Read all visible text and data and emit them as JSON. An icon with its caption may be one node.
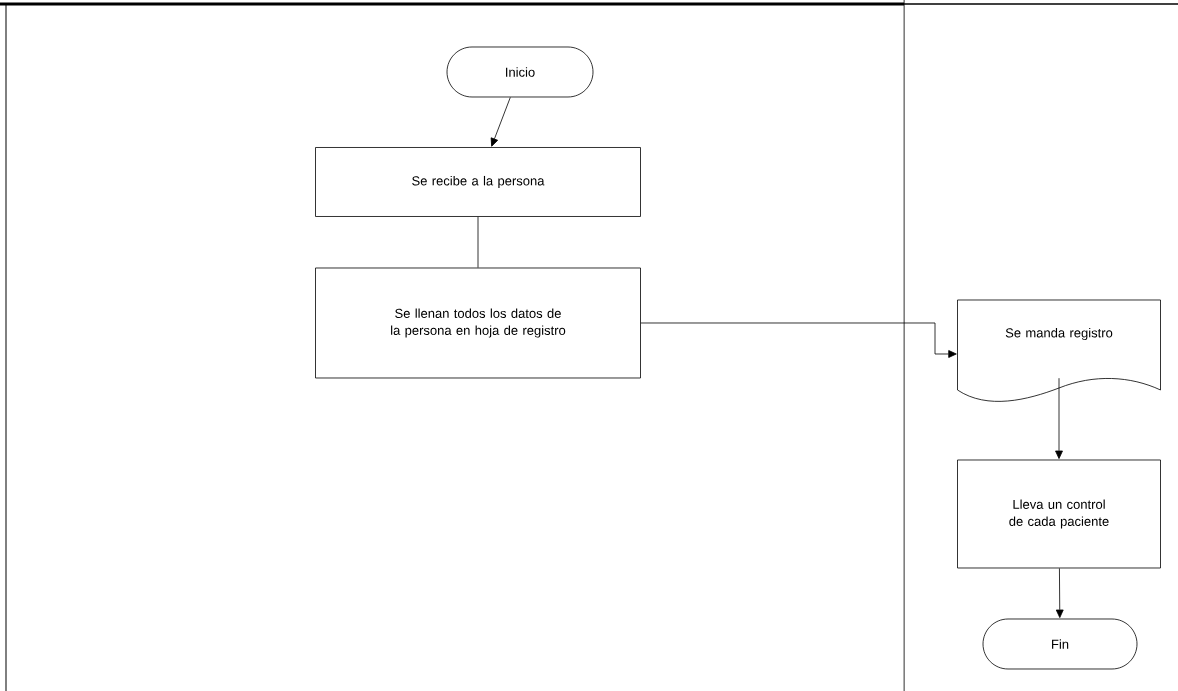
{
  "diagram": {
    "nodes": [
      {
        "text": [
          "Inicio"
        ]
      },
      {
        "text": [
          "Se recibe  a la persona"
        ]
      },
      {
        "text": [
          "Se llenan todos los datos de la persona en hoja de registro"
        ]
      },
      {
        "text": [
          "Se manda registro"
        ]
      },
      {
        "text": [
          "Lleva un control de cada paciente"
        ]
      },
      {
        "text": [
          "Fin"
        ]
      }
    ],
    "edges": [
      {
        "from": 0,
        "to": 1,
        "arrow": "to"
      },
      {
        "from": 1,
        "to": 2,
        "arrow": "none"
      },
      {
        "from": 2,
        "to": 3,
        "arrow": "to"
      },
      {
        "from": 3,
        "to": 4,
        "arrow": "to"
      },
      {
        "from": 4,
        "to": 5,
        "arrow": "to"
      }
    ]
  }
}
